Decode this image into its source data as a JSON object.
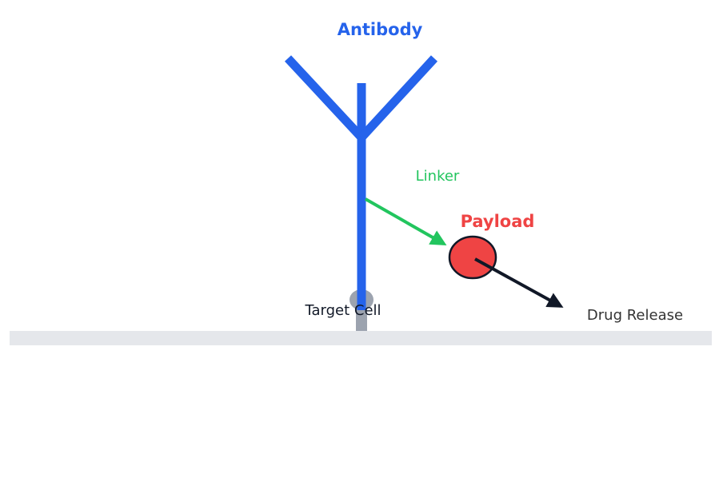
{
  "labels": {
    "antibody": "Antibody",
    "linker": "Linker",
    "payload": "Payload",
    "target_cell": "Target Cell",
    "drug_release": "Drug Release"
  },
  "colors": {
    "antibody": "#2563eb",
    "linker": "#22c55e",
    "payload": "#ef4444",
    "cell_membrane": "#e5e7eb",
    "receptor": "#9ca3af",
    "release_arrow": "#111827",
    "text_dark": "#111827",
    "text_gray": "#333333"
  }
}
